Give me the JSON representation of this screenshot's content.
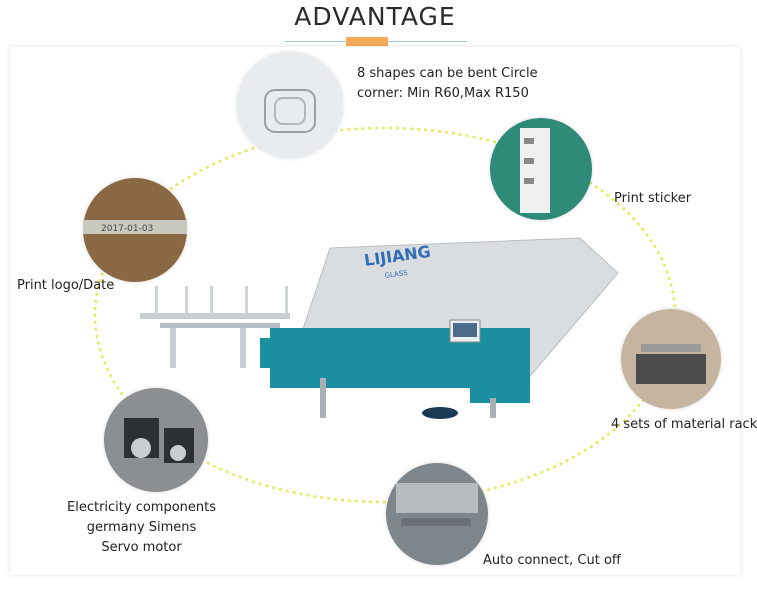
{
  "header": {
    "title": "ADVANTAGE"
  },
  "features": {
    "shapes": "8 shapes can be bent Circle\ncorner: Min R60,Max R150",
    "sticker": "Print sticker",
    "logo": "Print logo/Date",
    "rack": "4 sets of material rack",
    "electric": "Electricity components\ngermany Simens\nServo motor",
    "cut": "Auto connect, Cut off"
  },
  "machine": {
    "brand": "LIJIANG",
    "brand_sub": "GLASS"
  },
  "colors": {
    "accent": "#f4a95c",
    "ring": "#e7e85a",
    "machine_teal": "#1b8fa0",
    "brand_blue": "#2f6fb8"
  }
}
